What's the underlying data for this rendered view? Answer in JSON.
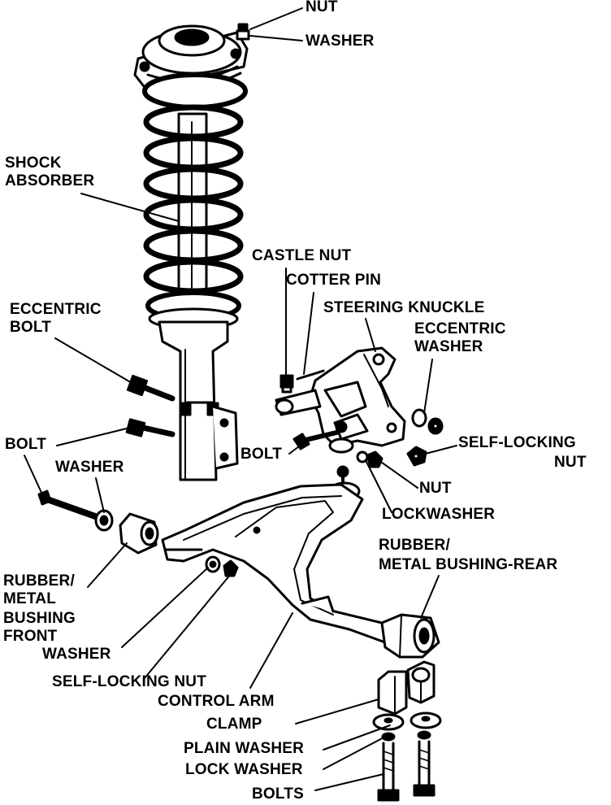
{
  "diagram": {
    "labels": {
      "nut_top": "NUT",
      "washer_top": "WASHER",
      "shock_absorber_1": "SHOCK",
      "shock_absorber_2": "ABSORBER",
      "castle_nut": "CASTLE NUT",
      "cotter_pin": "COTTER PIN",
      "eccentric_bolt_1": "ECCENTRIC",
      "eccentric_bolt_2": "BOLT",
      "steering_knuckle": "STEERING KNUCKLE",
      "eccentric_washer_1": "ECCENTRIC",
      "eccentric_washer_2": "WASHER",
      "bolt_left": "BOLT",
      "bolt_mid": "BOLT",
      "self_locking_nut_right_1": "SELF-LOCKING",
      "self_locking_nut_right_2": "NUT",
      "washer_left": "WASHER",
      "nut_mid": "NUT",
      "lockwasher": "LOCKWASHER",
      "bushing_rear_1": "RUBBER/",
      "bushing_rear_2": "METAL BUSHING-REAR",
      "bushing_front_1": "RUBBER/",
      "bushing_front_2": "METAL",
      "bushing_front_3": "BUSHING",
      "bushing_front_4": "FRONT",
      "washer_bottom": "WASHER",
      "self_locking_nut_bottom": "SELF-LOCKING NUT",
      "control_arm": "CONTROL ARM",
      "clamp": "CLAMP",
      "plain_washer": "PLAIN WASHER",
      "lock_washer": "LOCK WASHER",
      "bolts": "BOLTS"
    }
  }
}
